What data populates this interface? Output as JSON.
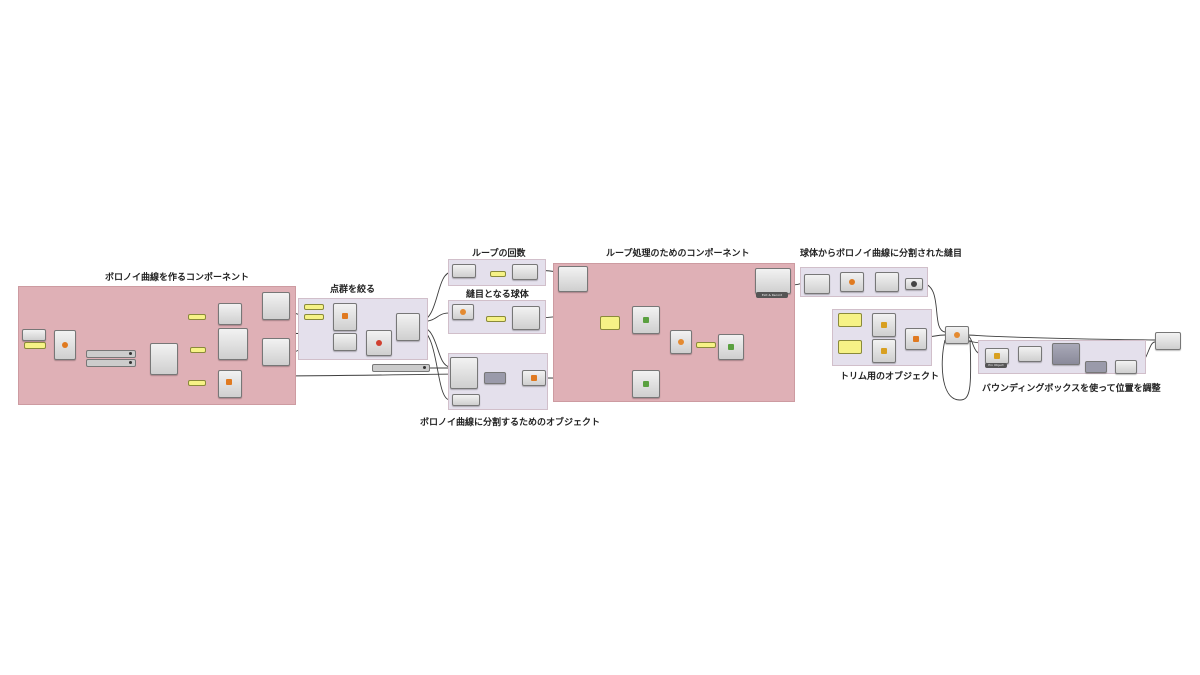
{
  "groups": {
    "voronoi_components": "ボロノイ曲線を作るコンポーネント",
    "point_filter": "点群を絞る",
    "loop_count": "ループの回数",
    "seam_sphere": "縫目となる球体",
    "split_objects": "ボロノイ曲線に分割するためのオブジェクト",
    "loop_components": "ループ処理のためのコンポーネント",
    "seam_result": "球体からボロノイ曲線に分割された縫目",
    "trim_objects": "トリム用のオブジェクト",
    "bbox_adjust": "バウンディングボックスを使って位置を調整"
  },
  "buttons": {
    "exit_record": "Exit & Record",
    "pro_object": "Pro Object"
  },
  "colors": {
    "pink_group": "#dfb0b6",
    "lavender_group": "#e4e0ec",
    "panel_yellow": "#f6f286",
    "component_gray": "#d8d8d8"
  }
}
